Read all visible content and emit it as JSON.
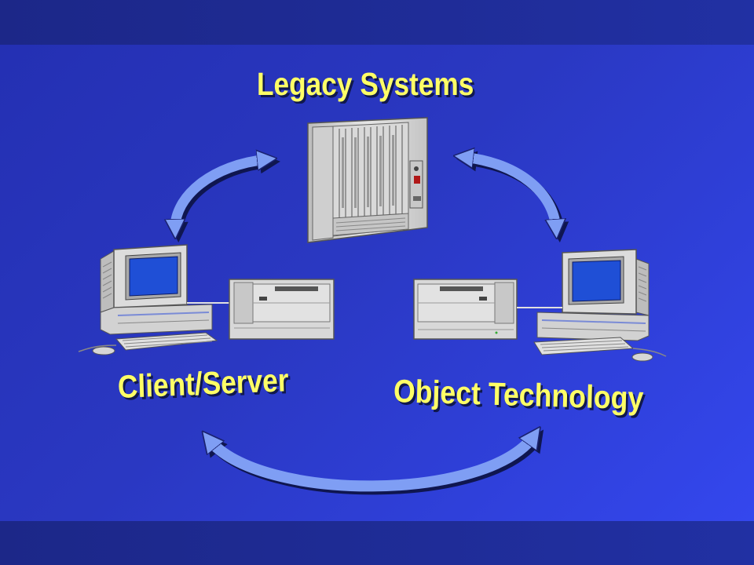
{
  "slide": {
    "labels": {
      "legacy": "Legacy Systems",
      "client_server": "Client/Server",
      "object_technology": "Object Technology"
    }
  },
  "colors": {
    "background": "#2a38c2",
    "band": "#1c2788",
    "label_text": "#ffff66",
    "arrow_fill": "#7f9ef4",
    "equipment": "#d6d6d6",
    "screen": "#1f4fd6"
  },
  "icons": [
    "rack-server-icon",
    "desktop-computer-icon",
    "printer-icon",
    "double-arrow-icon"
  ]
}
